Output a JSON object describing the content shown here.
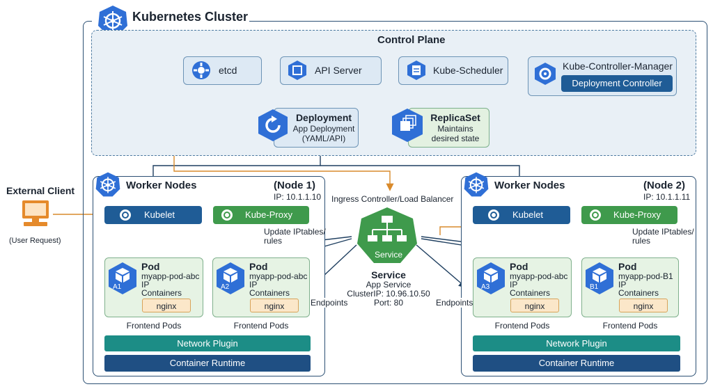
{
  "cluster_title": "Kubernetes Cluster",
  "control_plane": {
    "title": "Control Plane",
    "etcd": "etcd",
    "api_server": "API Server",
    "scheduler": "Kube-Scheduler",
    "controller_manager": "Kube-Controller-Manager",
    "deployment_controller": "Deployment Controller",
    "deployment": {
      "title": "Deployment",
      "line1": "App Deployment",
      "line2": "(YAML/API)"
    },
    "replicaset": {
      "title": "ReplicaSet",
      "line1": "Maintains",
      "line2": "desired state"
    }
  },
  "external_client": {
    "title": "External Client",
    "sub": "(User Request)"
  },
  "ingress_label": "Ingress Controller/Load Balancer",
  "service": {
    "badge": "Service",
    "title": "Service",
    "line1": "App Service",
    "line2": "ClusterIP: 10.96.10.50",
    "line3": "Port: 80"
  },
  "node1": {
    "title": "Worker Nodes",
    "node_label": "(Node 1)",
    "ip": "IP: 10.1.1.10",
    "kubelet": "Kubelet",
    "kube_proxy": "Kube-Proxy",
    "update_note": "Update IPtables/\nrules",
    "pods": [
      {
        "id": "A1",
        "title": "Pod",
        "name": "myapp-pod-abc",
        "ip": "IP",
        "containers": "Containers",
        "container": "nginx",
        "footer": "Frontend Pods"
      },
      {
        "id": "A2",
        "title": "Pod",
        "name": "myapp-pod-abc",
        "ip": "IP",
        "containers": "Containers",
        "container": "nginx",
        "footer": "Frontend Pods"
      }
    ],
    "endpoints": "Endpoints",
    "network_plugin": "Network Plugin",
    "runtime": "Container Runtime"
  },
  "node2": {
    "title": "Worker Nodes",
    "node_label": "(Node 2)",
    "ip": "IP: 10.1.1.11",
    "kubelet": "Kubelet",
    "kube_proxy": "Kube-Proxy",
    "update_note": "Update IPtables/\nrules",
    "pods": [
      {
        "id": "A3",
        "title": "Pod",
        "name": "myapp-pod-abc",
        "ip": "IP",
        "containers": "Containers",
        "container": "nginx",
        "footer": "Frontend Pods"
      },
      {
        "id": "B1",
        "title": "Pod",
        "name": "myapp-pod-B1",
        "ip": "IP",
        "containers": "Containers",
        "container": "nginx",
        "footer": "Frontend Pods"
      }
    ],
    "endpoints": "Endpoints",
    "network_plugin": "Network Plugin",
    "runtime": "Container Runtime"
  },
  "colors": {
    "navy": "#1f4f83",
    "teal": "#1c8d86",
    "green": "#3f9a4c",
    "orange": "#d98a2b",
    "k8s_blue": "#2f6fd6"
  },
  "icons": [
    "kubernetes-helm-icon",
    "gear-icon",
    "chip-icon",
    "calendar-icon",
    "refresh-icon",
    "stack-icon",
    "monitor-icon",
    "cube-icon",
    "network-icon"
  ]
}
